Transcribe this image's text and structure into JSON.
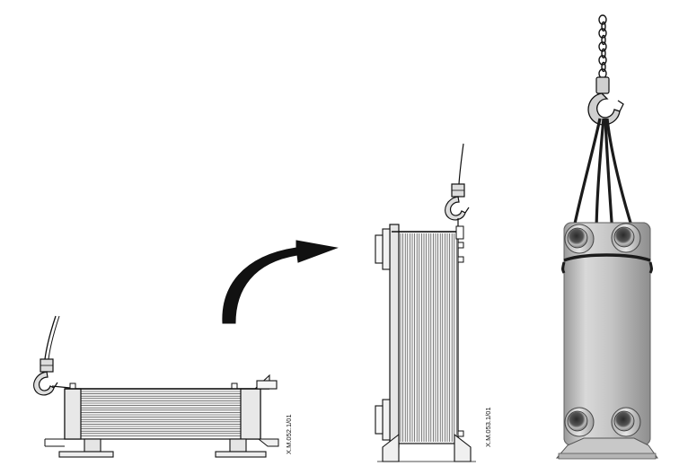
{
  "figure": {
    "panels": [
      {
        "name": "horizontal-heat-exchanger",
        "code": "X.M.052.1/01"
      },
      {
        "name": "vertical-heat-exchanger",
        "code": "X.M.053.1/01"
      },
      {
        "name": "hoisted-heat-exchanger",
        "code": ""
      }
    ],
    "icons": {
      "rotation_arrow": "curved-arrow-icon",
      "hook": "crane-hook-icon",
      "chain": "chain-icon",
      "sling": "lifting-sling-icon"
    },
    "colors": {
      "line": "#111111",
      "plate_light": "#dcdcdc",
      "plate_mid": "#b8b8b8",
      "plate_dark": "#8c8c8c",
      "hook_fill": "#d6d6d6"
    }
  }
}
